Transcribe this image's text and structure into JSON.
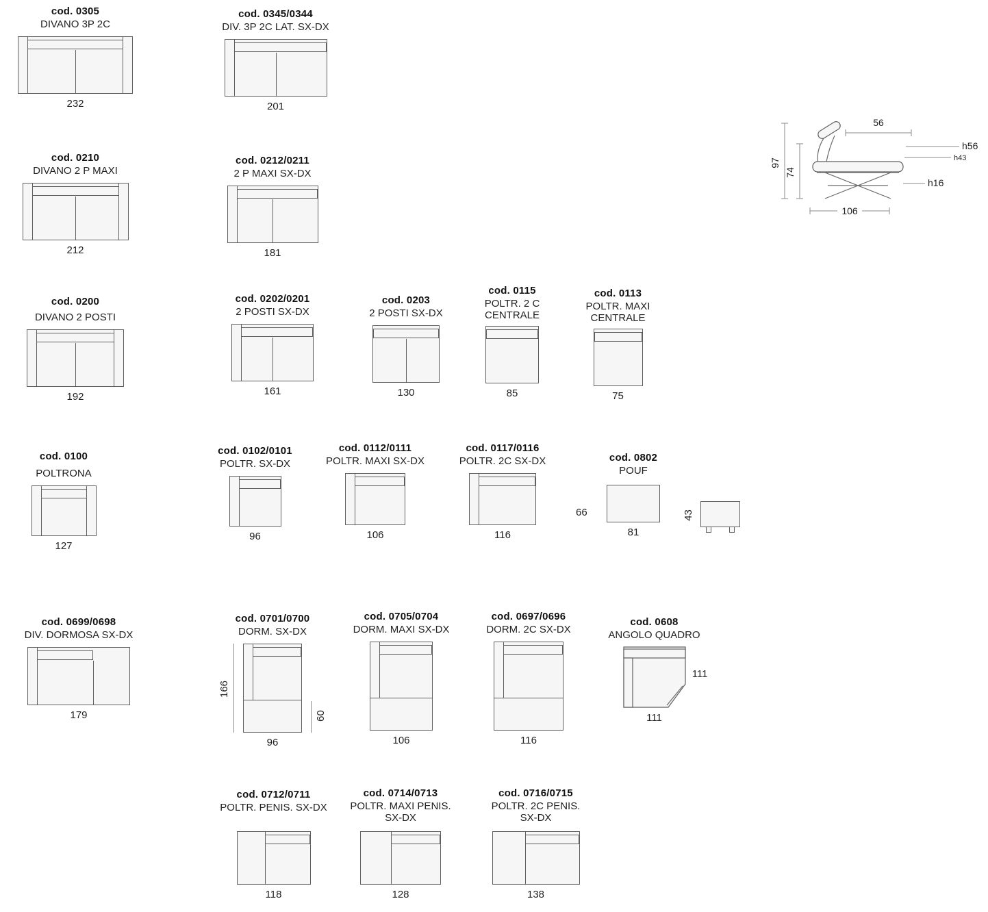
{
  "items": [
    {
      "code": "cod. 0305",
      "name": "DIVANO 3P 2C",
      "dim": "232"
    },
    {
      "code": "cod. 0345/0344",
      "name": "DIV. 3P 2C LAT. SX-DX",
      "dim": "201"
    },
    {
      "code": "cod. 0210",
      "name": "DIVANO 2 P MAXI",
      "dim": "212"
    },
    {
      "code": "cod. 0212/0211",
      "name": "2 P MAXI SX-DX",
      "dim": "181"
    },
    {
      "code": "cod. 0200",
      "name": "DIVANO 2 POSTI",
      "dim": "192"
    },
    {
      "code": "cod. 0202/0201",
      "name": "2 POSTI SX-DX",
      "dim": "161"
    },
    {
      "code": "cod. 0203",
      "name": "2 POSTI SX-DX",
      "dim": "130"
    },
    {
      "code": "cod. 0115",
      "name": "POLTR. 2 C CENTRALE",
      "dim": "85"
    },
    {
      "code": "cod. 0113",
      "name": "POLTR. MAXI CENTRALE",
      "dim": "75"
    },
    {
      "code": "cod. 0100",
      "name": "POLTRONA",
      "dim": "127"
    },
    {
      "code": "cod. 0102/0101",
      "name": "POLTR. SX-DX",
      "dim": "96"
    },
    {
      "code": "cod. 0112/0111",
      "name": "POLTR. MAXI SX-DX",
      "dim": "106"
    },
    {
      "code": "cod. 0117/0116",
      "name": "POLTR. 2C SX-DX",
      "dim": "116"
    },
    {
      "code": "cod. 0802",
      "name": "POUF",
      "dim": "81",
      "depth": "66",
      "height": "43"
    },
    {
      "code": "cod. 0699/0698",
      "name": "DIV. DORMOSA SX-DX",
      "dim": "179"
    },
    {
      "code": "cod. 0701/0700",
      "name": "DORM. SX-DX",
      "dim": "96",
      "total_depth": "166",
      "extension": "60"
    },
    {
      "code": "cod. 0705/0704",
      "name": "DORM. MAXI SX-DX",
      "dim": "106"
    },
    {
      "code": "cod. 0697/0696",
      "name": "DORM. 2C SX-DX",
      "dim": "116"
    },
    {
      "code": "cod. 0608",
      "name": "ANGOLO QUADRO",
      "dim": "111",
      "side": "111"
    },
    {
      "code": "cod. 0712/0711",
      "name": "POLTR. PENIS. SX-DX",
      "dim": "118"
    },
    {
      "code": "cod. 0714/0713",
      "name": "POLTR. MAXI PENIS. SX-DX",
      "dim": "128"
    },
    {
      "code": "cod. 0716/0715",
      "name": "POLTR. 2C PENIS. SX-DX",
      "dim": "138"
    }
  ],
  "side_view": {
    "top_width": "56",
    "height_total": "97",
    "height_inner": "74",
    "h_back": "h56",
    "h_seat": "h43",
    "h_base": "h16",
    "depth": "106"
  }
}
